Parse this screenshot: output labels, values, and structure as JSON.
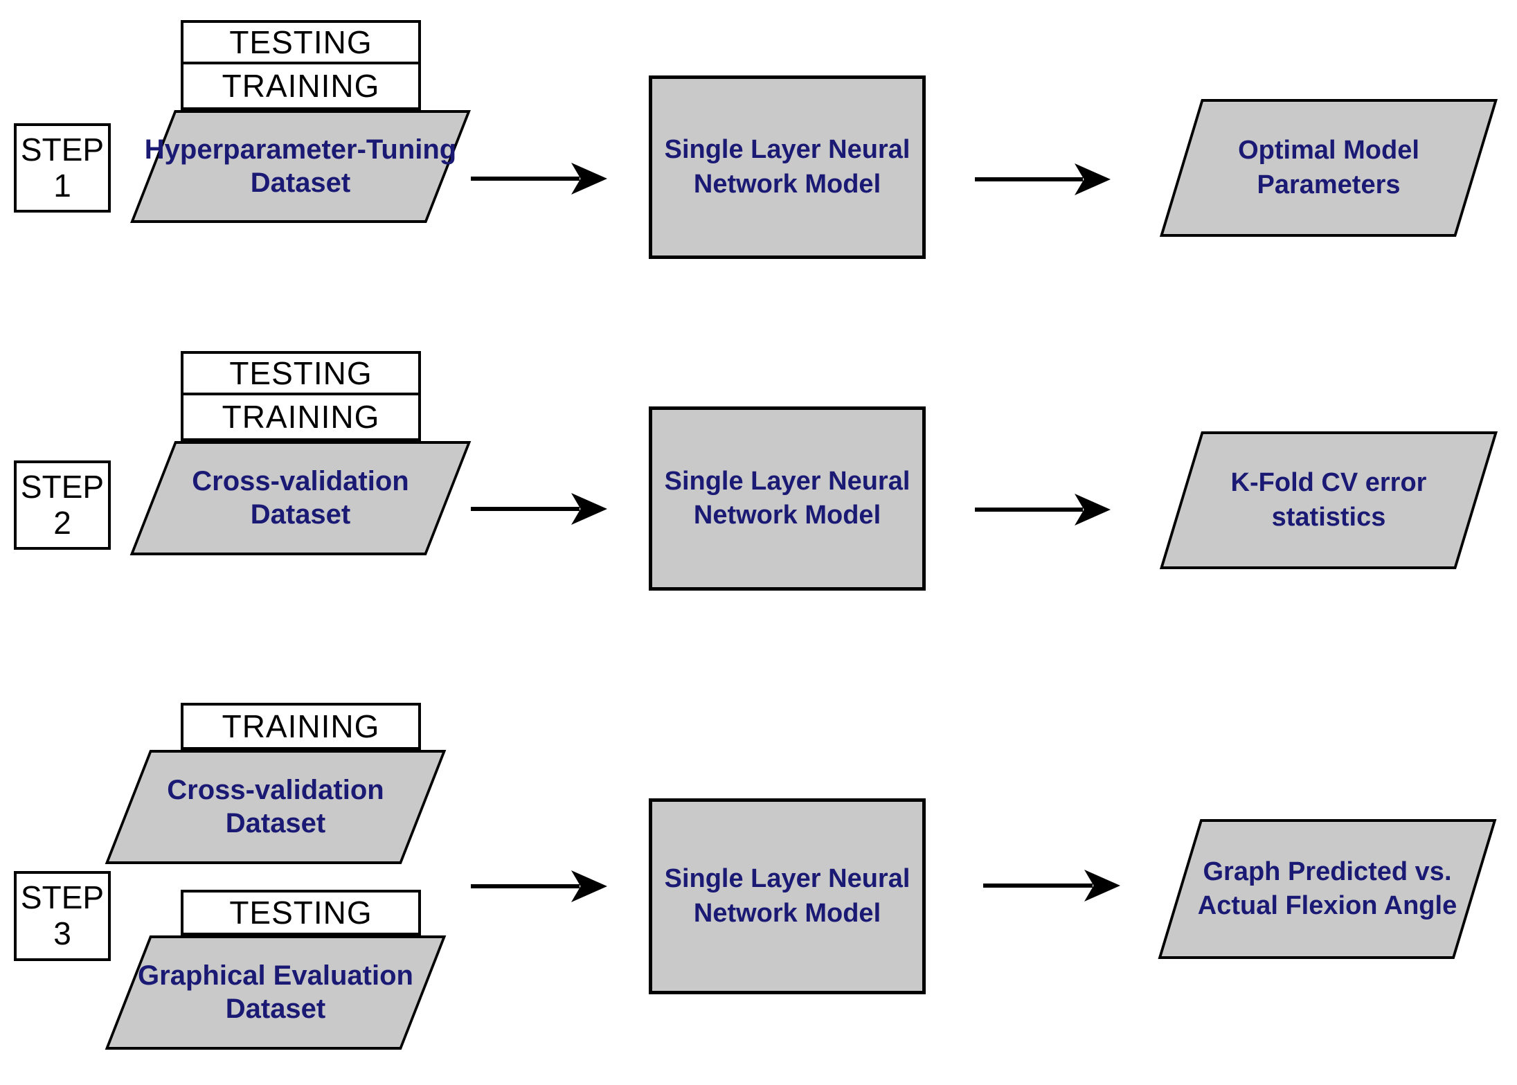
{
  "colors": {
    "shape_fill": "#C9C9C9",
    "navy_text": "#1A1A75",
    "line": "#000000",
    "background": "#FFFFFF"
  },
  "steps": [
    {
      "step_label": "STEP",
      "step_number": "1",
      "groups": [
        {
          "tags": [
            "TESTING",
            "TRAINING"
          ],
          "dataset": [
            "Hyperparameter-Tuning",
            "Dataset"
          ]
        }
      ],
      "model": [
        "Single Layer Neural",
        "Network Model"
      ],
      "output": [
        "Optimal Model",
        "Parameters"
      ]
    },
    {
      "step_label": "STEP",
      "step_number": "2",
      "groups": [
        {
          "tags": [
            "TESTING",
            "TRAINING"
          ],
          "dataset": [
            "Cross-validation",
            "Dataset"
          ]
        }
      ],
      "model": [
        "Single Layer Neural",
        "Network Model"
      ],
      "output": [
        "K-Fold CV error",
        "statistics"
      ]
    },
    {
      "step_label": "STEP",
      "step_number": "3",
      "groups": [
        {
          "tags": [
            "TRAINING"
          ],
          "dataset": [
            "Cross-validation",
            "Dataset"
          ]
        },
        {
          "tags": [
            "TESTING"
          ],
          "dataset": [
            "Graphical Evaluation",
            "Dataset"
          ]
        }
      ],
      "model": [
        "Single Layer Neural",
        "Network Model"
      ],
      "output": [
        "Graph Predicted vs.",
        "Actual Flexion Angle"
      ]
    }
  ]
}
